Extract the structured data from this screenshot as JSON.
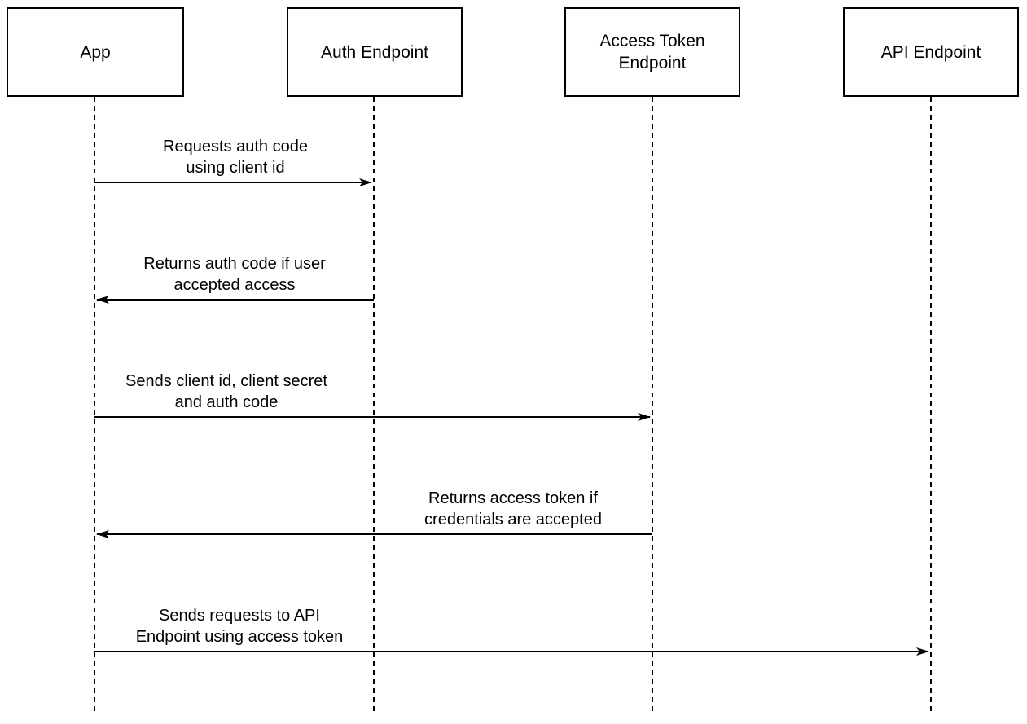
{
  "diagram": {
    "type": "sequence-diagram",
    "background_color": "#ffffff",
    "stroke_color": "#000000",
    "text_color": "#000000",
    "actors": [
      {
        "id": "app",
        "label": "App"
      },
      {
        "id": "auth-endpoint",
        "label": "Auth Endpoint"
      },
      {
        "id": "access-token-endpoint",
        "label": "Access Token\nEndpoint"
      },
      {
        "id": "api-endpoint",
        "label": "API Endpoint"
      }
    ],
    "messages": [
      {
        "from": "app",
        "to": "auth-endpoint",
        "direction": "right",
        "label": "Requests auth code\nusing client id"
      },
      {
        "from": "auth-endpoint",
        "to": "app",
        "direction": "left",
        "label": "Returns auth code if user\naccepted access"
      },
      {
        "from": "app",
        "to": "access-token-endpoint",
        "direction": "right",
        "label": "Sends client id, client secret\nand auth code"
      },
      {
        "from": "access-token-endpoint",
        "to": "app",
        "direction": "left",
        "label": "Returns access token if\ncredentials are accepted"
      },
      {
        "from": "app",
        "to": "api-endpoint",
        "direction": "right",
        "label": "Sends requests to API\nEndpoint using access token"
      }
    ]
  }
}
